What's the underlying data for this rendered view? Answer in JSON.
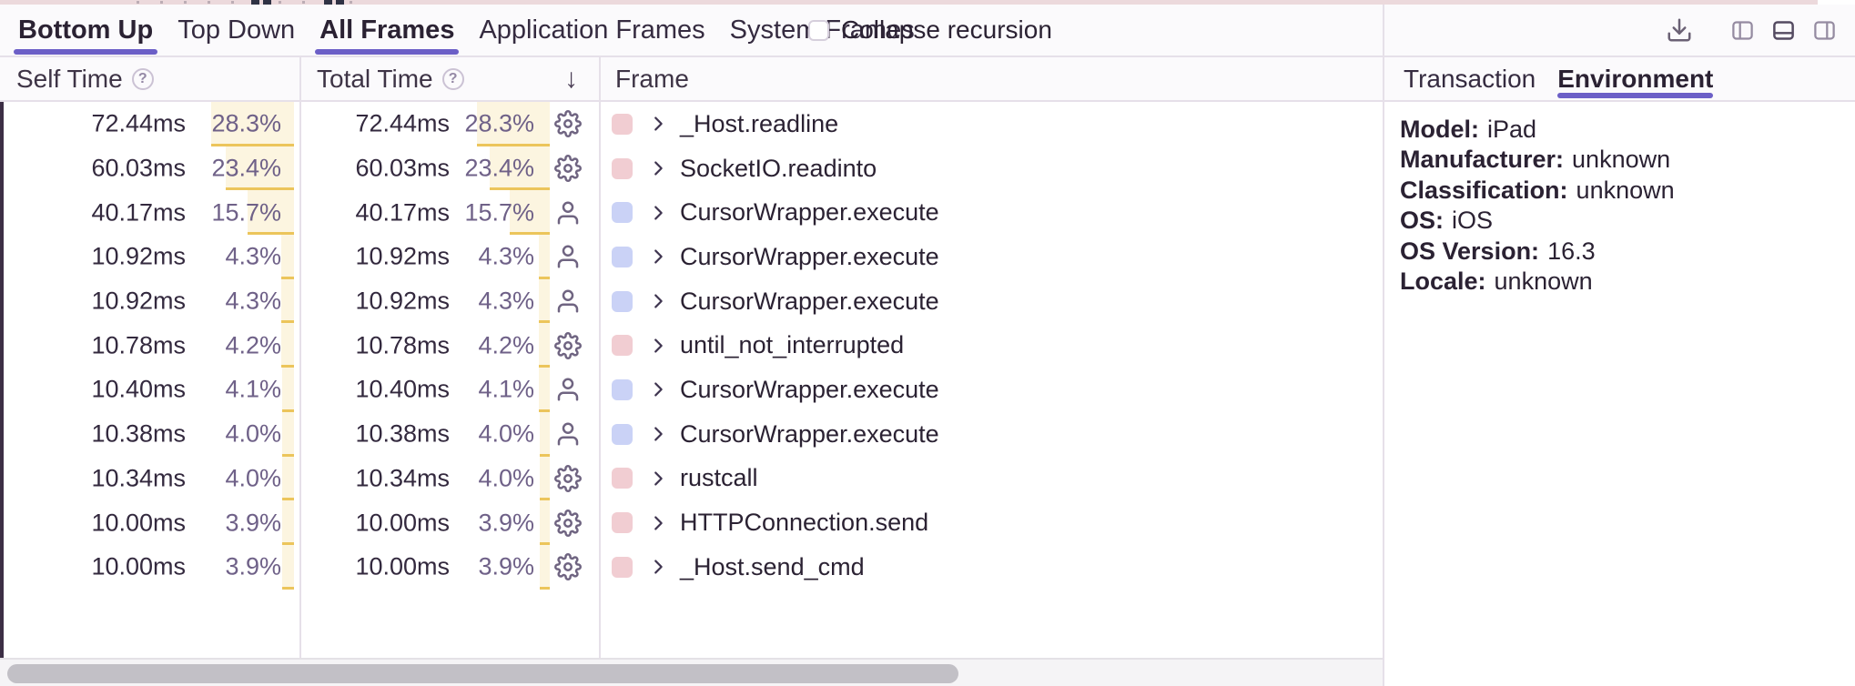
{
  "toolbar": {
    "view_tabs": [
      {
        "label": "Bottom Up",
        "active": true
      },
      {
        "label": "Top Down",
        "active": false
      },
      {
        "label": "All Frames",
        "active": true
      },
      {
        "label": "Application Frames",
        "active": false
      },
      {
        "label": "System Frames",
        "active": false
      }
    ],
    "collapse_recursion_label": "Collapse recursion",
    "collapse_recursion_checked": false,
    "icons": [
      "download-icon",
      "layout-left-icon",
      "layout-bottom-icon",
      "layout-right-icon"
    ]
  },
  "table": {
    "columns": {
      "self": "Self Time",
      "total": "Total Time",
      "frame": "Frame",
      "sort_arrow": "↓"
    },
    "sort": {
      "column": "Total Time",
      "direction": "descending"
    },
    "rows": [
      {
        "self_ms": "72.44ms",
        "total_ms": "72.44ms",
        "pct": "28.3%",
        "pct_value": 28.3,
        "frame": "_Host.readline",
        "type": "system"
      },
      {
        "self_ms": "60.03ms",
        "total_ms": "60.03ms",
        "pct": "23.4%",
        "pct_value": 23.4,
        "frame": "SocketIO.readinto",
        "type": "system"
      },
      {
        "self_ms": "40.17ms",
        "total_ms": "40.17ms",
        "pct": "15.7%",
        "pct_value": 15.7,
        "frame": "CursorWrapper.execute",
        "type": "application"
      },
      {
        "self_ms": "10.92ms",
        "total_ms": "10.92ms",
        "pct": "4.3%",
        "pct_value": 4.3,
        "frame": "CursorWrapper.execute",
        "type": "application"
      },
      {
        "self_ms": "10.92ms",
        "total_ms": "10.92ms",
        "pct": "4.3%",
        "pct_value": 4.3,
        "frame": "CursorWrapper.execute",
        "type": "application"
      },
      {
        "self_ms": "10.78ms",
        "total_ms": "10.78ms",
        "pct": "4.2%",
        "pct_value": 4.2,
        "frame": "until_not_interrupted",
        "type": "system"
      },
      {
        "self_ms": "10.40ms",
        "total_ms": "10.40ms",
        "pct": "4.1%",
        "pct_value": 4.1,
        "frame": "CursorWrapper.execute",
        "type": "application"
      },
      {
        "self_ms": "10.38ms",
        "total_ms": "10.38ms",
        "pct": "4.0%",
        "pct_value": 4.0,
        "frame": "CursorWrapper.execute",
        "type": "application"
      },
      {
        "self_ms": "10.34ms",
        "total_ms": "10.34ms",
        "pct": "4.0%",
        "pct_value": 4.0,
        "frame": "rustcall",
        "type": "system"
      },
      {
        "self_ms": "10.00ms",
        "total_ms": "10.00ms",
        "pct": "3.9%",
        "pct_value": 3.9,
        "frame": "HTTPConnection.send",
        "type": "system"
      },
      {
        "self_ms": "10.00ms",
        "total_ms": "10.00ms",
        "pct": "3.9%",
        "pct_value": 3.9,
        "frame": "_Host.send_cmd",
        "type": "system"
      }
    ]
  },
  "panel": {
    "tabs": [
      {
        "label": "Transaction",
        "active": false
      },
      {
        "label": "Environment",
        "active": true
      }
    ],
    "environment": [
      {
        "label": "Model:",
        "value": "iPad"
      },
      {
        "label": "Manufacturer:",
        "value": "unknown"
      },
      {
        "label": "Classification:",
        "value": "unknown"
      },
      {
        "label": "OS:",
        "value": "iOS"
      },
      {
        "label": "OS Version:",
        "value": "16.3"
      },
      {
        "label": "Locale:",
        "value": "unknown"
      }
    ]
  },
  "colors": {
    "accent_purple": "#6c5fc7",
    "bar_fill": "#fcf5e0",
    "bar_edge": "#ecc55b",
    "system_swatch": "#f1cdd2",
    "application_swatch": "#cad2f6",
    "minimap_strip": "#ecd9dc",
    "border": "#e6e0e9",
    "text_dark": "#2b2233",
    "text_muted": "#6f6188"
  }
}
